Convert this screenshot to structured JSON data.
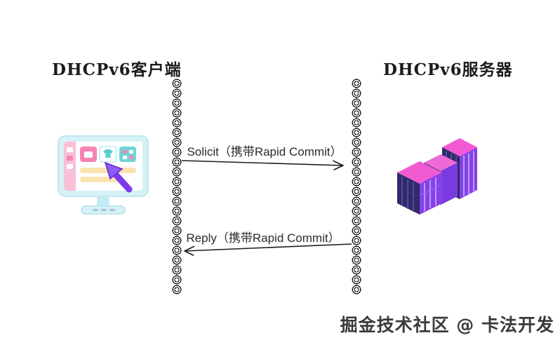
{
  "diagram": {
    "client_label": "DHCPv6客户端",
    "server_label": "DHCPv6服务器",
    "messages": [
      {
        "label": "Solicit（携带Rapid Commit）",
        "direction": "right",
        "from": "client",
        "to": "server"
      },
      {
        "label": "Reply（携带Rapid Commit）",
        "direction": "left",
        "from": "server",
        "to": "client"
      }
    ],
    "watermark": "掘金技术社区 @ 卡法开发",
    "colors": {
      "line": "#151515",
      "text": "#2b2b2b",
      "client_monitor_bezel": "#d6f1f7",
      "client_accent_pink": "#f584b4",
      "client_accent_teal": "#6fd6d6",
      "client_cursor_purple": "#7c3aed",
      "server_top_pink": "#f25ad1",
      "server_left_navy": "#2f2b66",
      "server_right_purple": "#8741e8"
    }
  }
}
